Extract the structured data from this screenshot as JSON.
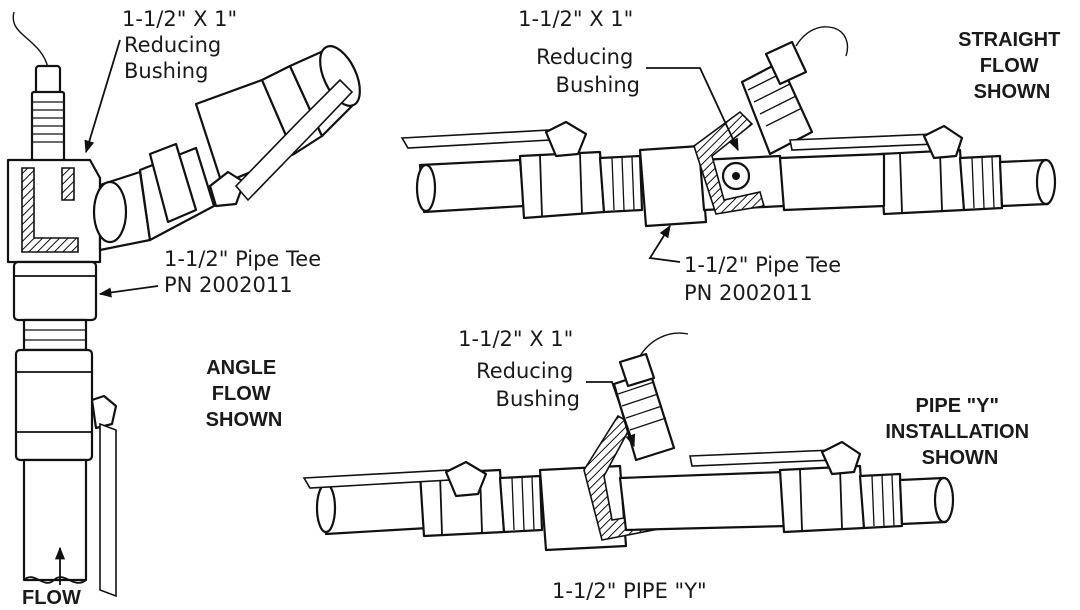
{
  "labels": {
    "angle_bushing_line1": "1-1/2\" X 1\"",
    "angle_bushing_line2": "Reducing",
    "angle_bushing_line3": "Bushing",
    "angle_tee_line1": "1-1/2\" Pipe Tee",
    "angle_tee_line2": "PN 2002011",
    "angle_caption_line1": "ANGLE",
    "angle_caption_line2": "FLOW",
    "angle_caption_line3": "SHOWN",
    "flow_label": "FLOW",
    "straight_bushing_line1": "1-1/2\" X 1\"",
    "straight_bushing_line2": "Reducing",
    "straight_bushing_line3": "Bushing",
    "straight_tee_line1": "1-1/2\" Pipe Tee",
    "straight_tee_line2": "PN 2002011",
    "straight_caption_line1": "STRAIGHT",
    "straight_caption_line2": "FLOW",
    "straight_caption_line3": "SHOWN",
    "y_bushing_line1": "1-1/2\" X 1\"",
    "y_bushing_line2": "Reducing",
    "y_bushing_line3": "Bushing",
    "y_pipe_label": "1-1/2\" PIPE \"Y\"",
    "y_caption_line1": "PIPE \"Y\"",
    "y_caption_line2": "INSTALLATION",
    "y_caption_line3": "SHOWN"
  }
}
